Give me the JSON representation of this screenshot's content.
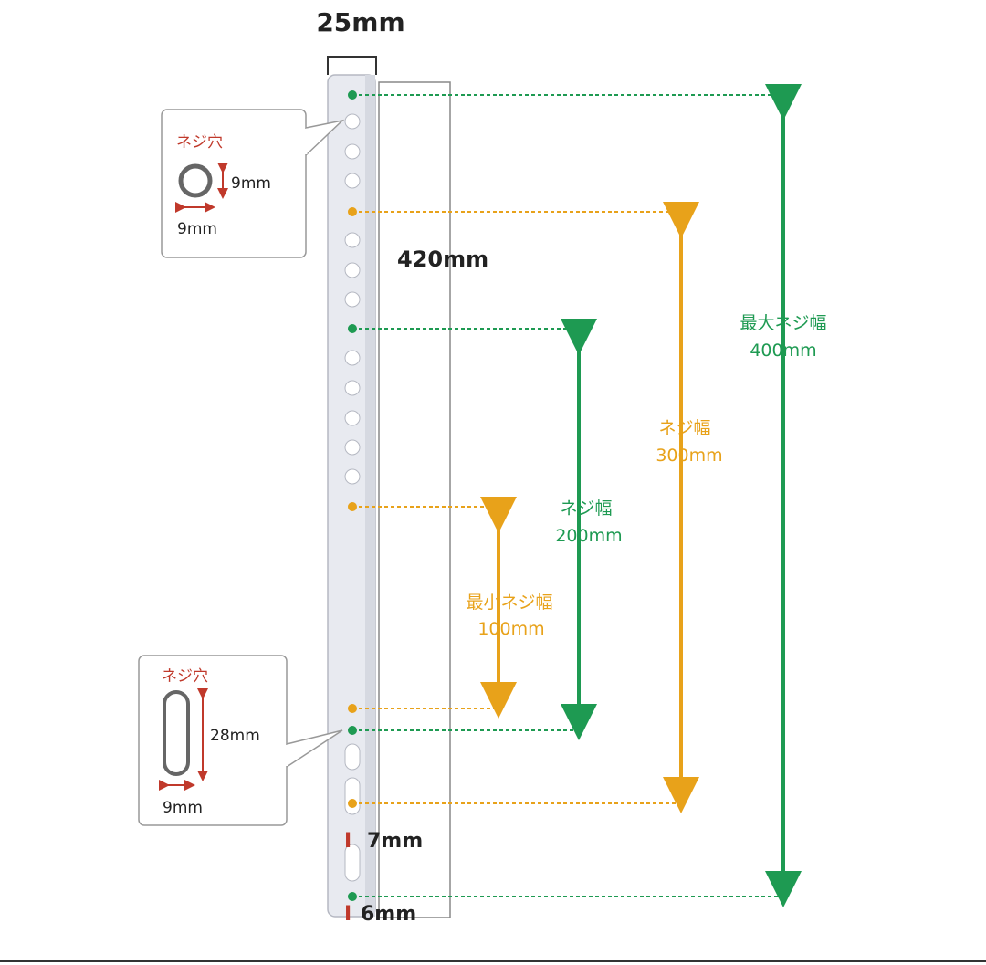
{
  "dimensions": {
    "bracket_width": "25mm",
    "bracket_length": "420mm",
    "bottom_gap_slot": "7mm",
    "bottom_gap_end": "6mm"
  },
  "hole_round": {
    "title": "ネジ穴",
    "height": "9mm",
    "width": "9mm"
  },
  "hole_slot": {
    "title": "ネジ穴",
    "height": "28mm",
    "width": "9mm"
  },
  "spans": {
    "max": {
      "label": "最大ネジ幅",
      "value": "400mm"
    },
    "s300": {
      "label": "ネジ幅",
      "value": "300mm"
    },
    "s200": {
      "label": "ネジ幅",
      "value": "200mm"
    },
    "min": {
      "label": "最小ネジ幅",
      "value": "100mm"
    }
  },
  "colors": {
    "green": "#1e9a52",
    "orange": "#e8a21a",
    "red": "#c0392b",
    "bracket": "#e8eaf0"
  }
}
